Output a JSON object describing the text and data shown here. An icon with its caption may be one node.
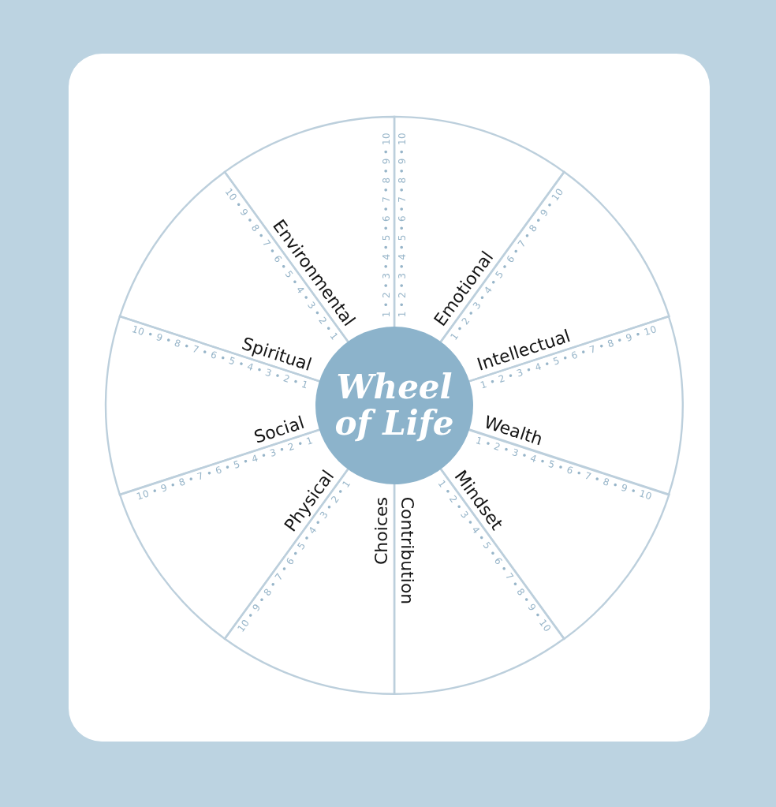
{
  "diagram": {
    "nodes": [
      {
        "text": [
          "Wheel of Life"
        ]
      },
      {
        "text": [
          "Environmental",
          "1 • 2 • 3 • 4 • 5 • 6 • 7 • 8 • 9 • 10"
        ]
      },
      {
        "text": [
          "Emotional",
          "1 • 2 • 3 • 4 • 5 • 6 • 7 • 8 • 9 • 10"
        ]
      },
      {
        "text": [
          "Intellectual",
          "1 • 2 • 3 • 4 • 5 • 6 • 7 • 8 • 9 • 10"
        ]
      },
      {
        "text": [
          "Wealth",
          "1 • 2 • 3 • 4 • 5 • 6 • 7 • 8 • 9 • 10"
        ]
      },
      {
        "text": [
          "Mindset",
          "1 • 2 • 3 • 4 • 5 • 6 • 7 • 8 • 9 • 10"
        ]
      },
      {
        "text": [
          "Contribution",
          "1 • 2 • 3 • 4 • 5 • 6 • 7 • 8 • 9 • 10"
        ]
      },
      {
        "text": [
          "Choices",
          "10 • 9 • 8 • 7 • 6 • 5 • 4 • 3 • 2 • 1"
        ]
      },
      {
        "text": [
          "Physical",
          "10 • 9 • 8 • 7 • 6 • 5 • 4 • 3 • 2 • 1"
        ]
      },
      {
        "text": [
          "Social",
          "10 • 9 • 8 • 7 • 6 • 5 • 4 • 3 • 2 • 1"
        ]
      },
      {
        "text": [
          "Spiritual",
          "10 • 9 • 8 • 7 • 6 • 5 • 4 • 3 • 2 • 1"
        ]
      }
    ]
  }
}
